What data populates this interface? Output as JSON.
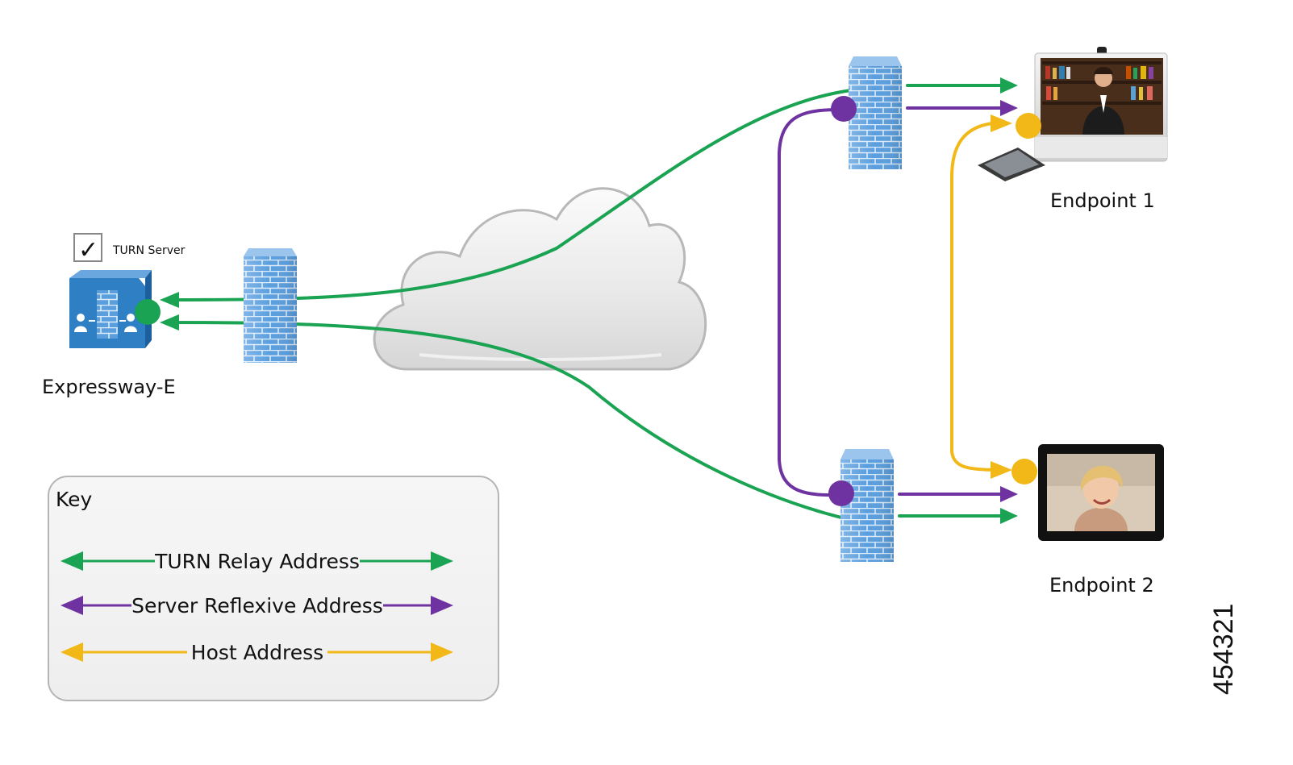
{
  "nodes": {
    "expressway": {
      "label": "Expressway-E",
      "checkbox_label": "TURN Server",
      "checkbox_mark": "✓"
    },
    "endpoint1": {
      "label": "Endpoint 1"
    },
    "endpoint2": {
      "label": "Endpoint 2"
    }
  },
  "key": {
    "title": "Key",
    "items": [
      {
        "label": "TURN Relay Address",
        "color": "#1aa352"
      },
      {
        "label": "Server Reflexive Address",
        "color": "#6e33a0"
      },
      {
        "label": "Host Address",
        "color": "#f2b817"
      }
    ]
  },
  "figure_id": "454321",
  "colors": {
    "turn": "#1aa352",
    "srflx": "#6e33a0",
    "host": "#f2b817",
    "firewall": "#4a8fd0",
    "expressway": "#2f7fc4"
  },
  "icons": [
    "firewall-icon",
    "cloud-icon",
    "expressway-icon",
    "video-endpoint-icon",
    "tablet-endpoint-icon"
  ]
}
